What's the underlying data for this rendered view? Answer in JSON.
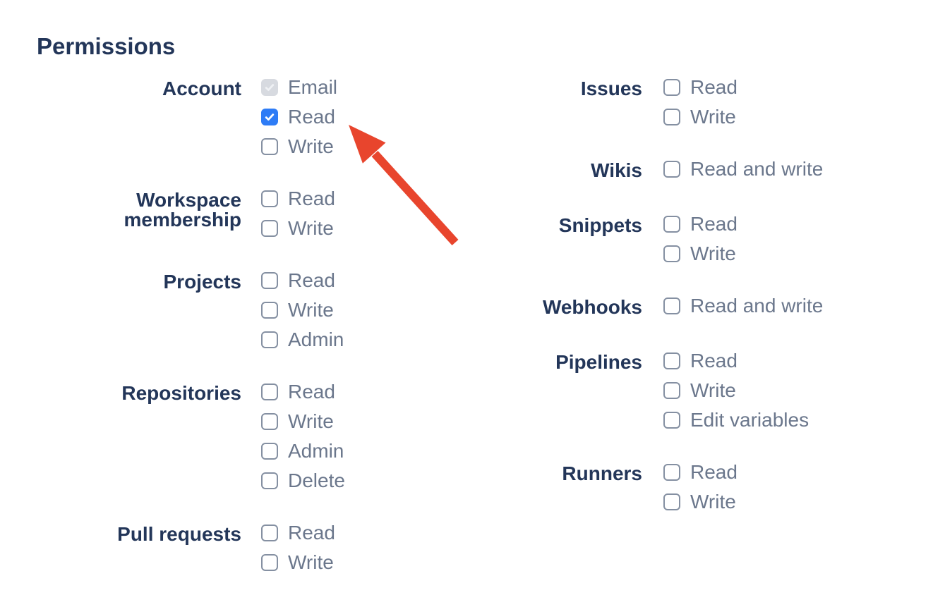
{
  "permissions": {
    "heading": "Permissions",
    "columns": [
      {
        "groups": [
          {
            "label": "Account",
            "options": [
              {
                "label": "Email",
                "checked": true,
                "disabled": true
              },
              {
                "label": "Read",
                "checked": true,
                "disabled": false
              },
              {
                "label": "Write",
                "checked": false,
                "disabled": false
              }
            ]
          },
          {
            "label": "Workspace membership",
            "options": [
              {
                "label": "Read",
                "checked": false,
                "disabled": false
              },
              {
                "label": "Write",
                "checked": false,
                "disabled": false
              }
            ]
          },
          {
            "label": "Projects",
            "options": [
              {
                "label": "Read",
                "checked": false,
                "disabled": false
              },
              {
                "label": "Write",
                "checked": false,
                "disabled": false
              },
              {
                "label": "Admin",
                "checked": false,
                "disabled": false
              }
            ]
          },
          {
            "label": "Repositories",
            "options": [
              {
                "label": "Read",
                "checked": false,
                "disabled": false
              },
              {
                "label": "Write",
                "checked": false,
                "disabled": false
              },
              {
                "label": "Admin",
                "checked": false,
                "disabled": false
              },
              {
                "label": "Delete",
                "checked": false,
                "disabled": false
              }
            ]
          },
          {
            "label": "Pull requests",
            "options": [
              {
                "label": "Read",
                "checked": false,
                "disabled": false
              },
              {
                "label": "Write",
                "checked": false,
                "disabled": false
              }
            ]
          }
        ]
      },
      {
        "groups": [
          {
            "label": "Issues",
            "options": [
              {
                "label": "Read",
                "checked": false,
                "disabled": false
              },
              {
                "label": "Write",
                "checked": false,
                "disabled": false
              }
            ]
          },
          {
            "label": "Wikis",
            "options": [
              {
                "label": "Read and write",
                "checked": false,
                "disabled": false
              }
            ]
          },
          {
            "label": "Snippets",
            "options": [
              {
                "label": "Read",
                "checked": false,
                "disabled": false
              },
              {
                "label": "Write",
                "checked": false,
                "disabled": false
              }
            ]
          },
          {
            "label": "Webhooks",
            "options": [
              {
                "label": "Read and write",
                "checked": false,
                "disabled": false
              }
            ]
          },
          {
            "label": "Pipelines",
            "options": [
              {
                "label": "Read",
                "checked": false,
                "disabled": false
              },
              {
                "label": "Write",
                "checked": false,
                "disabled": false
              },
              {
                "label": "Edit variables",
                "checked": false,
                "disabled": false
              }
            ]
          },
          {
            "label": "Runners",
            "options": [
              {
                "label": "Read",
                "checked": false,
                "disabled": false
              },
              {
                "label": "Write",
                "checked": false,
                "disabled": false
              }
            ]
          }
        ]
      }
    ],
    "annotation": {
      "shape": "arrow",
      "points_to": "account-read-checkbox"
    }
  },
  "colors": {
    "heading-navy": "#233659",
    "label-gray": "#6B778C",
    "checkbox-border": "#8590A2",
    "accent-blue": "#2E7CF6",
    "disabled-checkbox-bg": "#D7DAE0",
    "disabled-checkbox-tick": "#EFF1F4",
    "arrow-red": "#E8452D",
    "background": "#FFFFFF"
  }
}
